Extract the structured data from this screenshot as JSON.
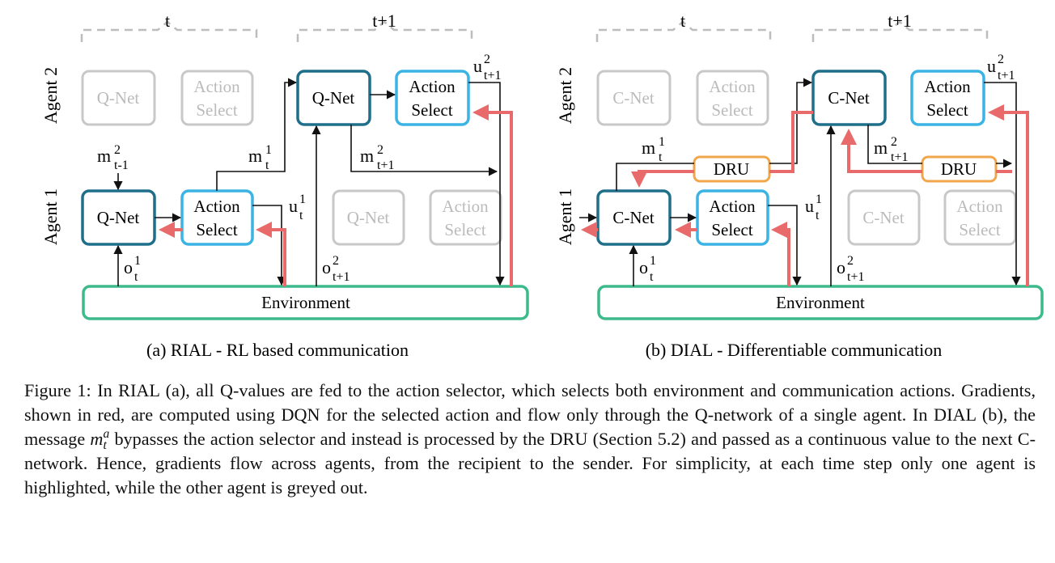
{
  "panel_a": {
    "time_t": "t",
    "time_t1": "t+1",
    "agent2": "Agent 2",
    "agent1": "Agent 1",
    "net": "Q-Net",
    "action_line1": "Action",
    "action_line2": "Select",
    "environment": "Environment",
    "m_letter": "m",
    "u_letter": "u",
    "o_letter": "o",
    "sup1": "1",
    "sup2": "2",
    "sub_t": "t",
    "sub_tm1": "t-1",
    "sub_tp1": "t+1",
    "subcaption": "(a) RIAL - RL based communication"
  },
  "panel_b": {
    "time_t": "t",
    "time_t1": "t+1",
    "agent2": "Agent 2",
    "agent1": "Agent 1",
    "net": "C-Net",
    "action_line1": "Action",
    "action_line2": "Select",
    "dru": "DRU",
    "environment": "Environment",
    "subcaption": "(b) DIAL - Differentiable communication"
  },
  "caption": {
    "part1": "Figure 1: In RIAL (a), all Q-values are fed to the action selector, which selects both environment and communication actions. Gradients, shown in red, are computed using DQN for the selected action and flow only through the Q-network of a single agent. In DIAL (b), the message ",
    "math": "m",
    "math_sub": "t",
    "math_sup": "a",
    "part2": " bypasses the action selector and instead is processed by the DRU (Section 5.2) and passed as a continuous value to the next C-network. Hence, gradients flow across agents, from the recipient to the sender. For simplicity, at each time step only one agent is highlighted, while the other agent is greyed out."
  },
  "colors": {
    "net_border": "#1f6f8b",
    "action_border": "#3bb4e5",
    "env_border": "#3dba8c",
    "gradient": "#e86a6a",
    "dru_border": "#f0a64a",
    "grey": "#c4c4c4"
  }
}
